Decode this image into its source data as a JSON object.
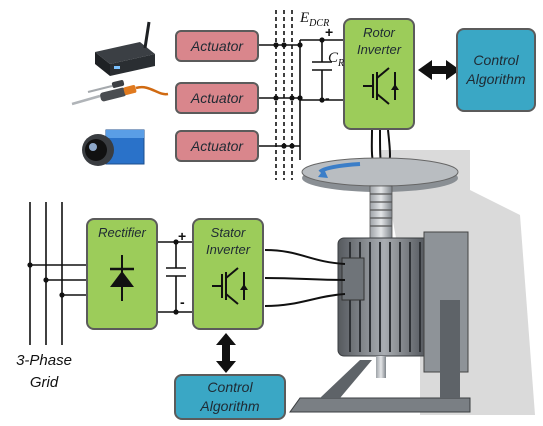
{
  "actuators": [
    "Actuator",
    "Actuator",
    "Actuator"
  ],
  "rotor_inverter": {
    "line1": "Rotor",
    "line2": "Inverter"
  },
  "control_top": {
    "line1": "Control",
    "line2": "Algorithm"
  },
  "rectifier": {
    "label": "Rectifier"
  },
  "stator_inverter": {
    "line1": "Stator",
    "line2": "Inverter"
  },
  "control_bottom": {
    "line1": "Control",
    "line2": "Algorithm"
  },
  "grid": {
    "line1": "3-Phase",
    "line2": "Grid"
  },
  "dc_labels": {
    "edc_main": "E",
    "edc_sub": "DCR",
    "cap_main": "C",
    "cap_sub": "R"
  },
  "polarity": {
    "plus": "+",
    "minus": "-"
  },
  "colors": {
    "actuator": "#d9868c",
    "converter": "#9ccc5a",
    "control": "#3aa7c5"
  },
  "icons": [
    "mini-pc-icon",
    "screwdriver-icon",
    "camera-icon",
    "bidirectional-arrow-icon",
    "motor-icon",
    "diode-icon",
    "igbt-icon"
  ]
}
